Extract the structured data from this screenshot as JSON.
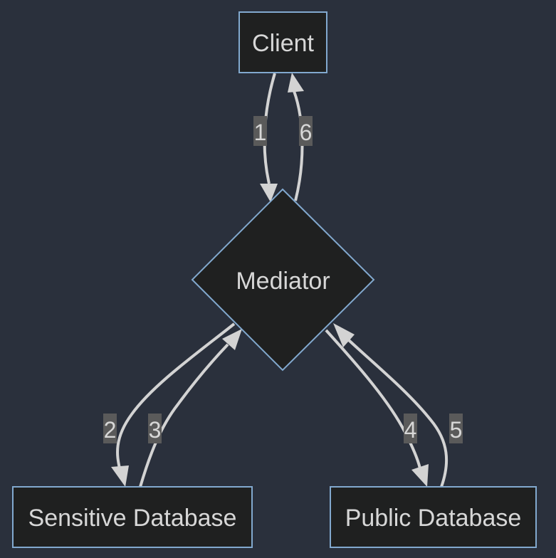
{
  "nodes": {
    "client": "Client",
    "mediator": "Mediator",
    "sensitive_db": "Sensitive Database",
    "public_db": "Public Database"
  },
  "edges": {
    "e1": "1",
    "e2": "2",
    "e3": "3",
    "e4": "4",
    "e5": "5",
    "e6": "6"
  },
  "colors": {
    "background": "#2a303c",
    "node_fill": "#1f2020",
    "node_stroke": "#82a9cf",
    "edge": "#d3d3d3",
    "label_bg": "#5a5a5a",
    "text": "#d7d7d7"
  }
}
